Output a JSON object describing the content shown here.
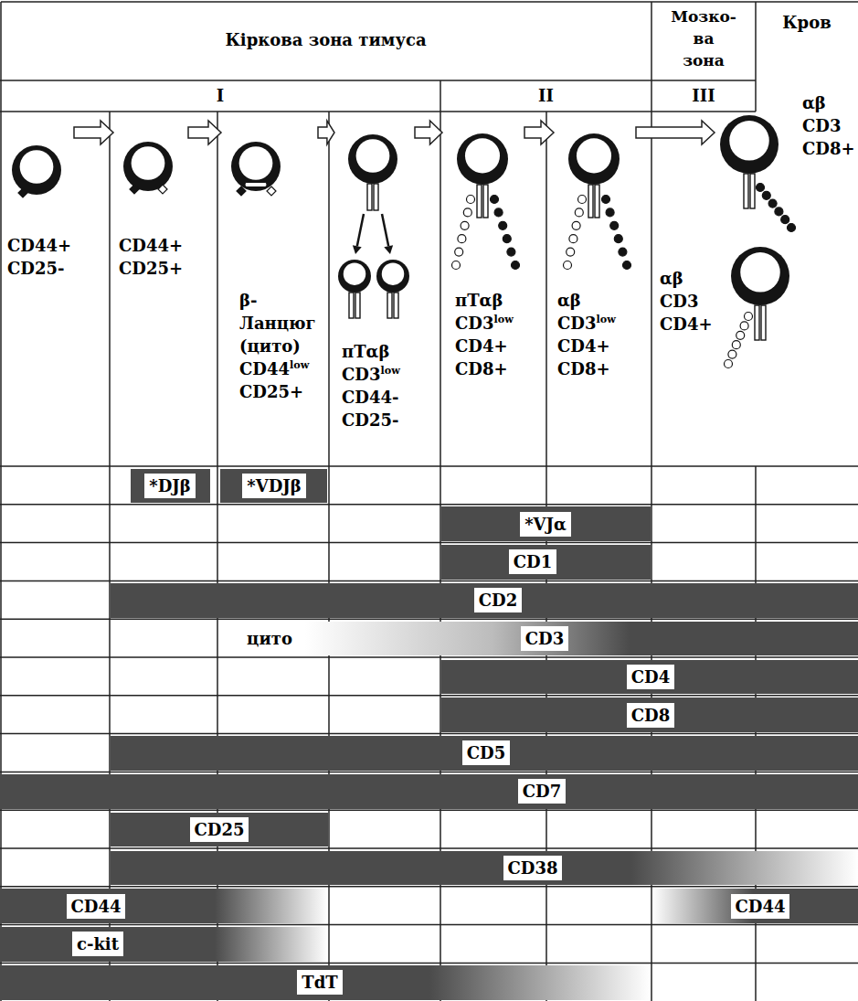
{
  "diagram": {
    "nodes": [
      {
        "text": [
          "CD44+ CD25-"
        ]
      },
      {
        "text": [
          "CD44+ CD25+"
        ]
      },
      {
        "text": [
          "β-Ланцюг (цито) CD44low CD25+"
        ]
      },
      {
        "text": [
          "пTαβ CD3low CD44- CD25-"
        ]
      },
      {
        "text": [
          "пTαβ CD3low CD4+ CD8+"
        ]
      },
      {
        "text": [
          "αβ CD3low CD4+ CD8+"
        ]
      },
      {
        "text": [
          "αβ CD3 CD8+"
        ]
      },
      {
        "text": [
          "αβ CD3 CD4+"
        ]
      },
      {
        "text": [
          "*DJβ"
        ]
      },
      {
        "text": [
          "*VDJβ"
        ]
      },
      {
        "text": [
          "*VJα"
        ]
      },
      {
        "text": [
          "CD1"
        ]
      },
      {
        "text": [
          "CD2"
        ]
      },
      {
        "text": [
          "цито",
          "CD3"
        ]
      },
      {
        "text": [
          "CD4"
        ]
      },
      {
        "text": [
          "CD8"
        ]
      },
      {
        "text": [
          "CD5"
        ]
      },
      {
        "text": [
          "CD7"
        ]
      },
      {
        "text": [
          "CD25"
        ]
      },
      {
        "text": [
          "CD38"
        ]
      },
      {
        "text": [
          "CD44"
        ]
      },
      {
        "text": [
          "CD44"
        ]
      },
      {
        "text": [
          "c-kit"
        ]
      },
      {
        "text": [
          "TdT"
        ]
      }
    ],
    "edges": [
      {
        "from": 0,
        "to": 1,
        "arrow": "to"
      },
      {
        "from": 1,
        "to": 2,
        "arrow": "to"
      },
      {
        "from": 2,
        "to": 3,
        "arrow": "to"
      },
      {
        "from": 3,
        "to": 4,
        "arrow": "to"
      },
      {
        "from": 4,
        "to": 5,
        "arrow": "to"
      },
      {
        "from": 5,
        "to": 6,
        "arrow": "to"
      }
    ],
    "labels": [
      "Кіркова зона тимуса",
      "Мозко-ва зона",
      "Кров",
      "I",
      "II",
      "III"
    ]
  }
}
